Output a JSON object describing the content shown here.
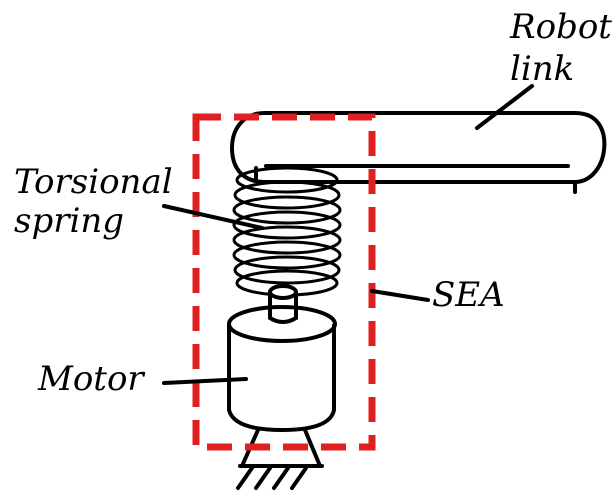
{
  "labels": {
    "robot_link": [
      "Robot",
      "link"
    ],
    "torsional_spring": [
      "Torsional",
      "spring"
    ],
    "sea": "SEA",
    "motor": "Motor"
  },
  "colors": {
    "stroke": "#000000",
    "sea_boundary": "#e02020",
    "background": "#ffffff"
  }
}
